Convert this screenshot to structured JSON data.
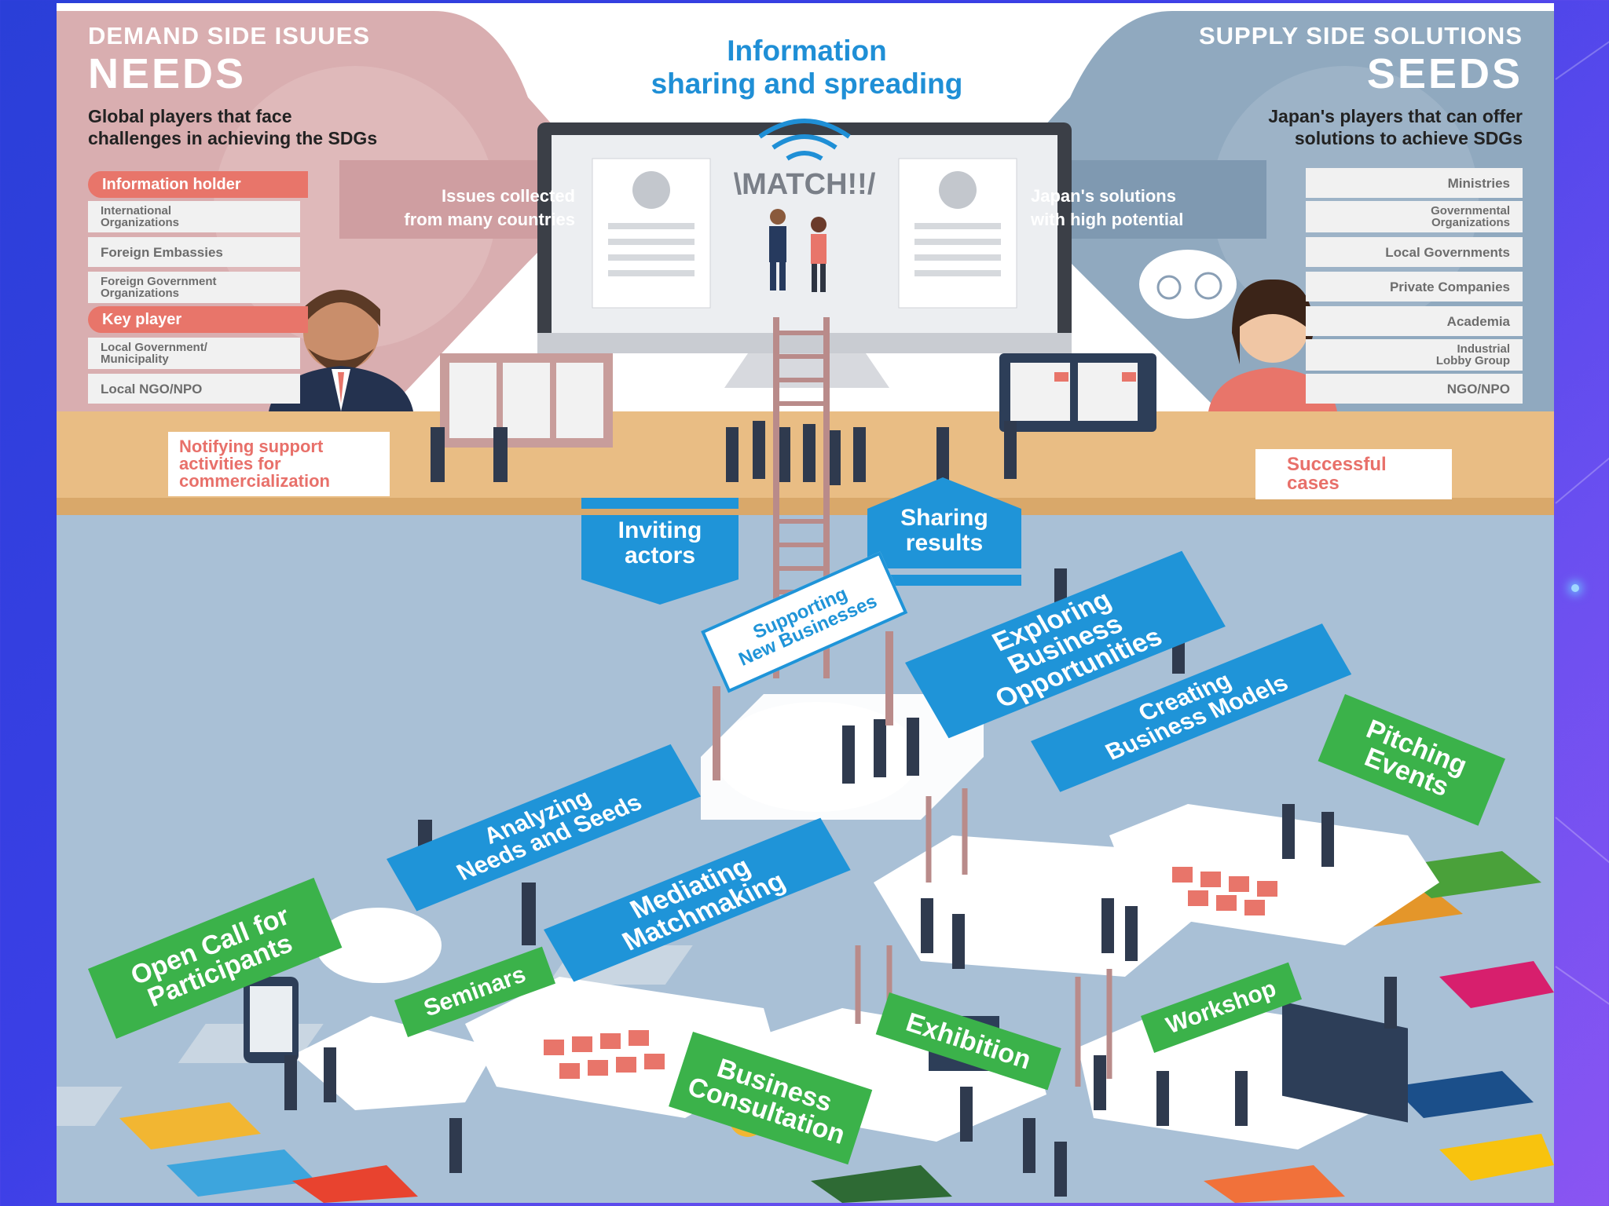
{
  "needs": {
    "heading_small": "DEMAND SIDE ISUUES",
    "heading_big": "NEEDS",
    "description": [
      "Global players that face",
      "challenges in achieving the SDGs"
    ],
    "info_holder_label": "Information holder",
    "info_holders": [
      [
        "International",
        "Organizations"
      ],
      [
        "Foreign Embassies"
      ],
      [
        "Foreign Government",
        "Organizations"
      ]
    ],
    "key_player_label": "Key player",
    "key_players": [
      [
        "Local Government/",
        "Municipality"
      ],
      [
        "Local NGO/NPO"
      ]
    ],
    "arrow_text": [
      "Issues collected",
      "from many countries"
    ]
  },
  "center": {
    "title": [
      "Information",
      "sharing and spreading"
    ],
    "match_text": "\\MATCH!!/"
  },
  "seeds": {
    "heading_small": "SUPPLY SIDE SOLUTIONS",
    "heading_big": "SEEDS",
    "description": [
      "Japan's players that can offer",
      "solutions to achieve SDGs"
    ],
    "arrow_text": [
      "Japan's solutions",
      "with high potential"
    ],
    "players": [
      [
        "Ministries"
      ],
      [
        "Governmental",
        "Organizations"
      ],
      [
        "Local Governments"
      ],
      [
        "Private Companies"
      ],
      [
        "Academia"
      ],
      [
        "Industrial",
        "Lobby Group"
      ],
      [
        "NGO/NPO"
      ]
    ]
  },
  "stage": {
    "notify_text": [
      "Notifying support",
      "activities for",
      "commercialization"
    ],
    "success_text": [
      "Successful",
      "cases"
    ],
    "inviting": [
      "Inviting",
      "actors"
    ],
    "sharing": [
      "Sharing",
      "results"
    ]
  },
  "activities": {
    "supporting": [
      "Supporting",
      "New Businesses"
    ],
    "exploring": [
      "Exploring",
      "Business",
      "Opportunities"
    ],
    "creating": [
      "Creating",
      "Business Models"
    ],
    "pitching": [
      "Pitching",
      "Events"
    ],
    "analyzing": [
      "Analyzing",
      "Needs and Seeds"
    ],
    "mediating": [
      "Mediating",
      "Matchmaking"
    ],
    "open_call": [
      "Open Call for",
      "Participants"
    ],
    "seminars": "Seminars",
    "exhibition": "Exhibition",
    "workshop": "Workshop",
    "consultation": [
      "Business",
      "Consultation"
    ]
  },
  "colors": {
    "needs_pink": "#d9aeb0",
    "seeds_blue": "#90a9bf",
    "accent_red": "#e8756a",
    "stage_tan": "#e9bd84",
    "activity_blue": "#1f94d8",
    "activity_green": "#3bb24a",
    "title_blue": "#1f8fd6"
  }
}
